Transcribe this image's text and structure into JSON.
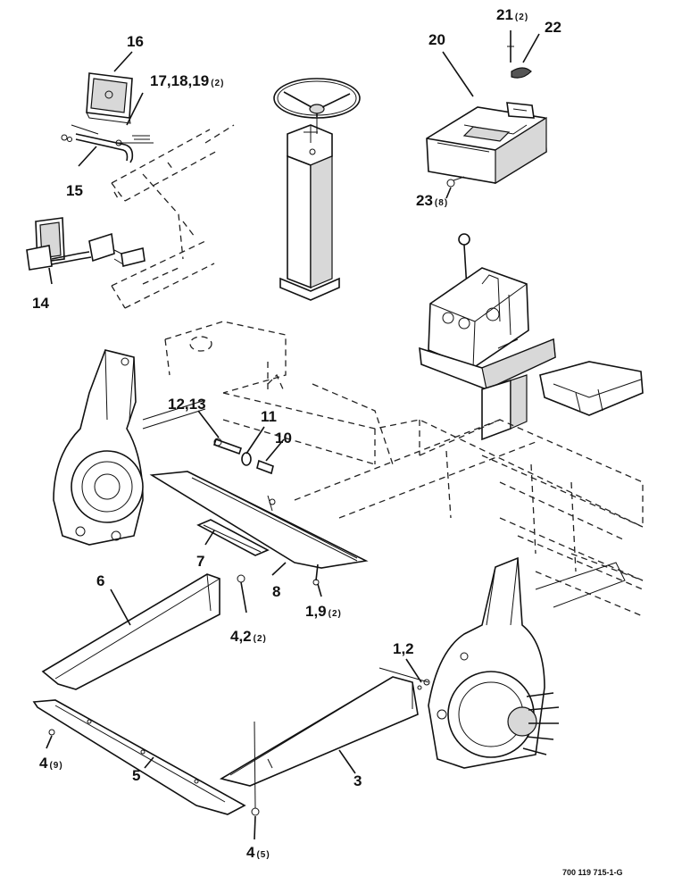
{
  "callouts": [
    {
      "id": "16",
      "num": "16",
      "qty": ""
    },
    {
      "id": "17_18_19",
      "num": "17,18,19",
      "qty": "(2)"
    },
    {
      "id": "15",
      "num": "15",
      "qty": ""
    },
    {
      "id": "14",
      "num": "14",
      "qty": ""
    },
    {
      "id": "21",
      "num": "21",
      "qty": "(2)"
    },
    {
      "id": "22",
      "num": "22",
      "qty": ""
    },
    {
      "id": "20",
      "num": "20",
      "qty": ""
    },
    {
      "id": "23",
      "num": "23",
      "qty": "(8)"
    },
    {
      "id": "12_13",
      "num": "12,13",
      "qty": ""
    },
    {
      "id": "11",
      "num": "11",
      "qty": ""
    },
    {
      "id": "10",
      "num": "10",
      "qty": ""
    },
    {
      "id": "7",
      "num": "7",
      "qty": ""
    },
    {
      "id": "8",
      "num": "8",
      "qty": ""
    },
    {
      "id": "1_9",
      "num": "1,9",
      "qty": "(2)"
    },
    {
      "id": "6",
      "num": "6",
      "qty": ""
    },
    {
      "id": "4_2",
      "num": "4,2",
      "qty": "(2)"
    },
    {
      "id": "1_2",
      "num": "1,2",
      "qty": ""
    },
    {
      "id": "4a",
      "num": "4",
      "qty": "(9)"
    },
    {
      "id": "3",
      "num": "3",
      "qty": ""
    },
    {
      "id": "5",
      "num": "5",
      "qty": ""
    },
    {
      "id": "4b",
      "num": "4",
      "qty": "(5)"
    }
  ],
  "drawing_ref": "700 119 715-1-G"
}
